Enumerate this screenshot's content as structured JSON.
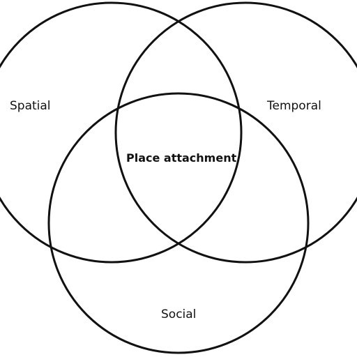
{
  "circles": {
    "spatial": {
      "label": "Spatial"
    },
    "temporal": {
      "label": "Temporal"
    },
    "social": {
      "label": "Social"
    }
  },
  "center": {
    "label": "Place attachment"
  },
  "colors": {
    "stroke": "#111111",
    "background": "#ffffff"
  }
}
